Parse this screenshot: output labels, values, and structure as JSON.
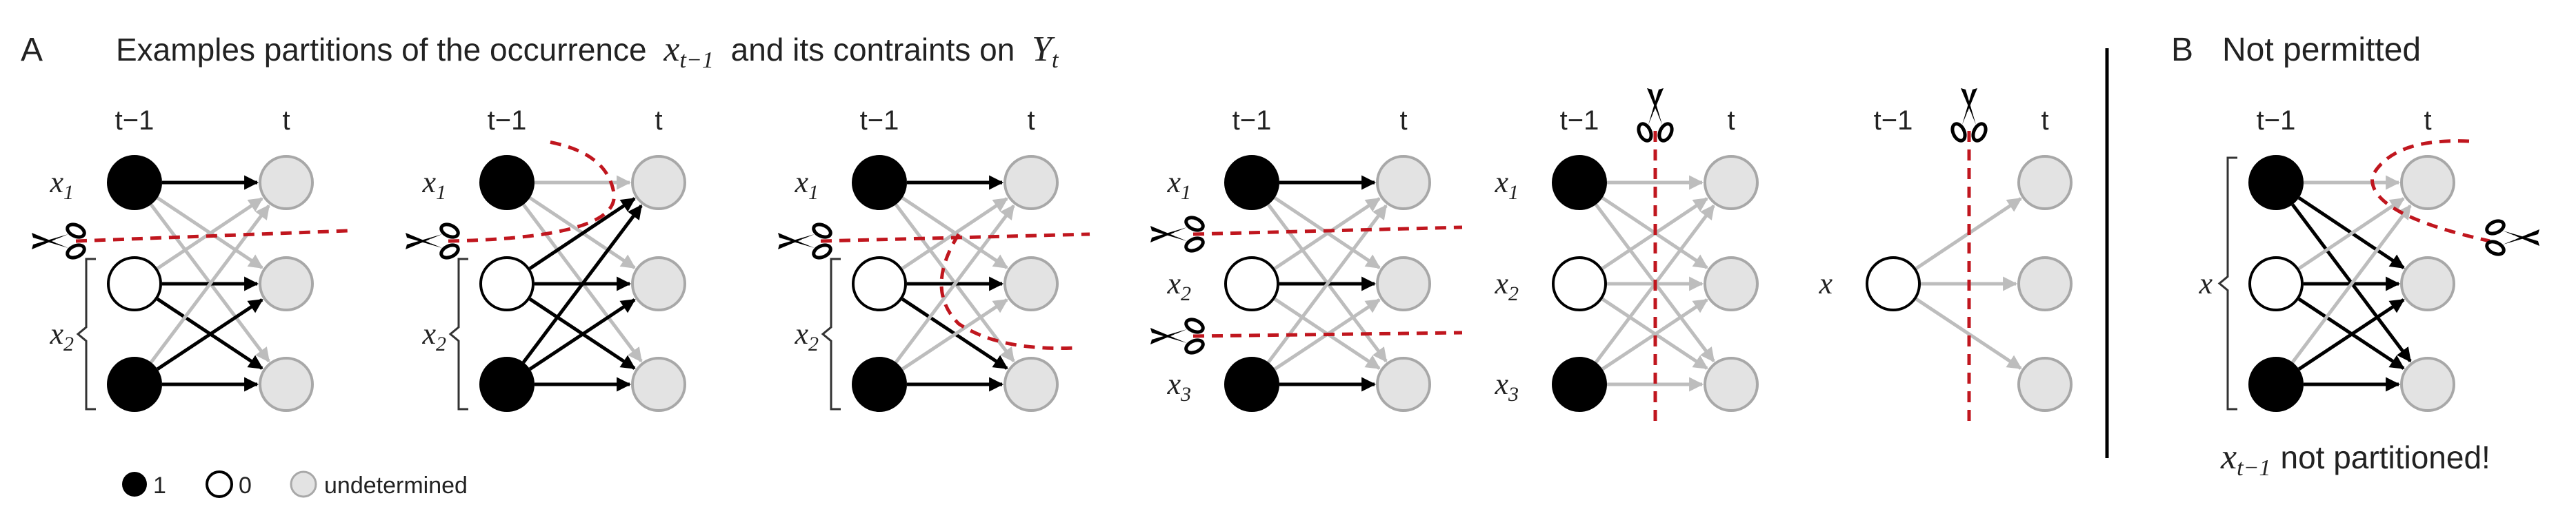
{
  "panel_a": {
    "letter": "A",
    "title_before": "Examples partitions of the occurrence",
    "title_var": "x",
    "title_var_sub": "t−1",
    "title_middle": "and its contraints on",
    "title_var2": "Y",
    "title_var2_sub": "t"
  },
  "panel_b": {
    "letter": "B",
    "title": "Not permitted",
    "footer_var": "x",
    "footer_sub": "t−1",
    "footer_text": "not partitioned!"
  },
  "column_labels": {
    "prev": "t−1",
    "curr": "t"
  },
  "variable_labels": {
    "x1": "x",
    "x1_sub": "1",
    "x2": "x",
    "x2_sub": "2",
    "x3": "x",
    "x3_sub": "3",
    "x": "x"
  },
  "legend": {
    "one": "1",
    "zero": "0",
    "undetermined": "undetermined"
  },
  "icons": {
    "cut": "scissors-icon",
    "brace": "brace-icon"
  },
  "colors": {
    "state_1": "#000000",
    "state_0": "#ffffff",
    "undetermined": "#e3e3e3",
    "undetermined_stroke": "#a8a8a8",
    "partition_line": "#c0161e",
    "strong_edge": "#000000",
    "weak_edge": "#bdbdbd",
    "divider": "#000000"
  }
}
